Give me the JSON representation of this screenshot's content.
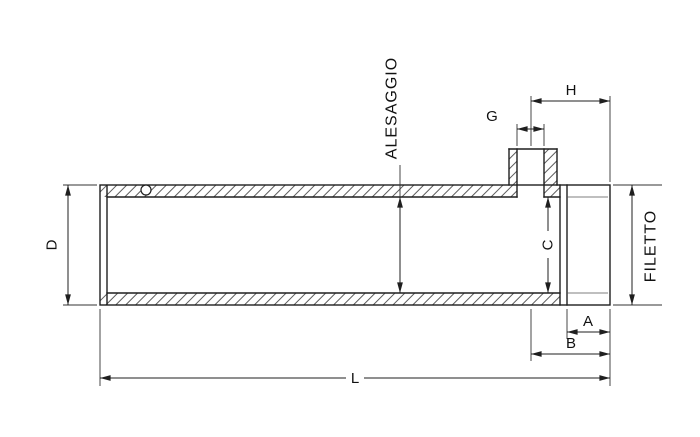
{
  "page": {
    "background": "#ffffff"
  },
  "drawing_labels": {
    "alesaggio": "ALESAGGIO",
    "filetto": "FILETTO",
    "D": "D",
    "L": "L",
    "A": "A",
    "B": "B",
    "C": "C",
    "G": "G",
    "H": "H"
  },
  "colors": {
    "line": "#1f1f1f",
    "hatch": "#4a4a4a",
    "extension_line": "#333333",
    "text": "#111111",
    "background": "#ffffff"
  }
}
